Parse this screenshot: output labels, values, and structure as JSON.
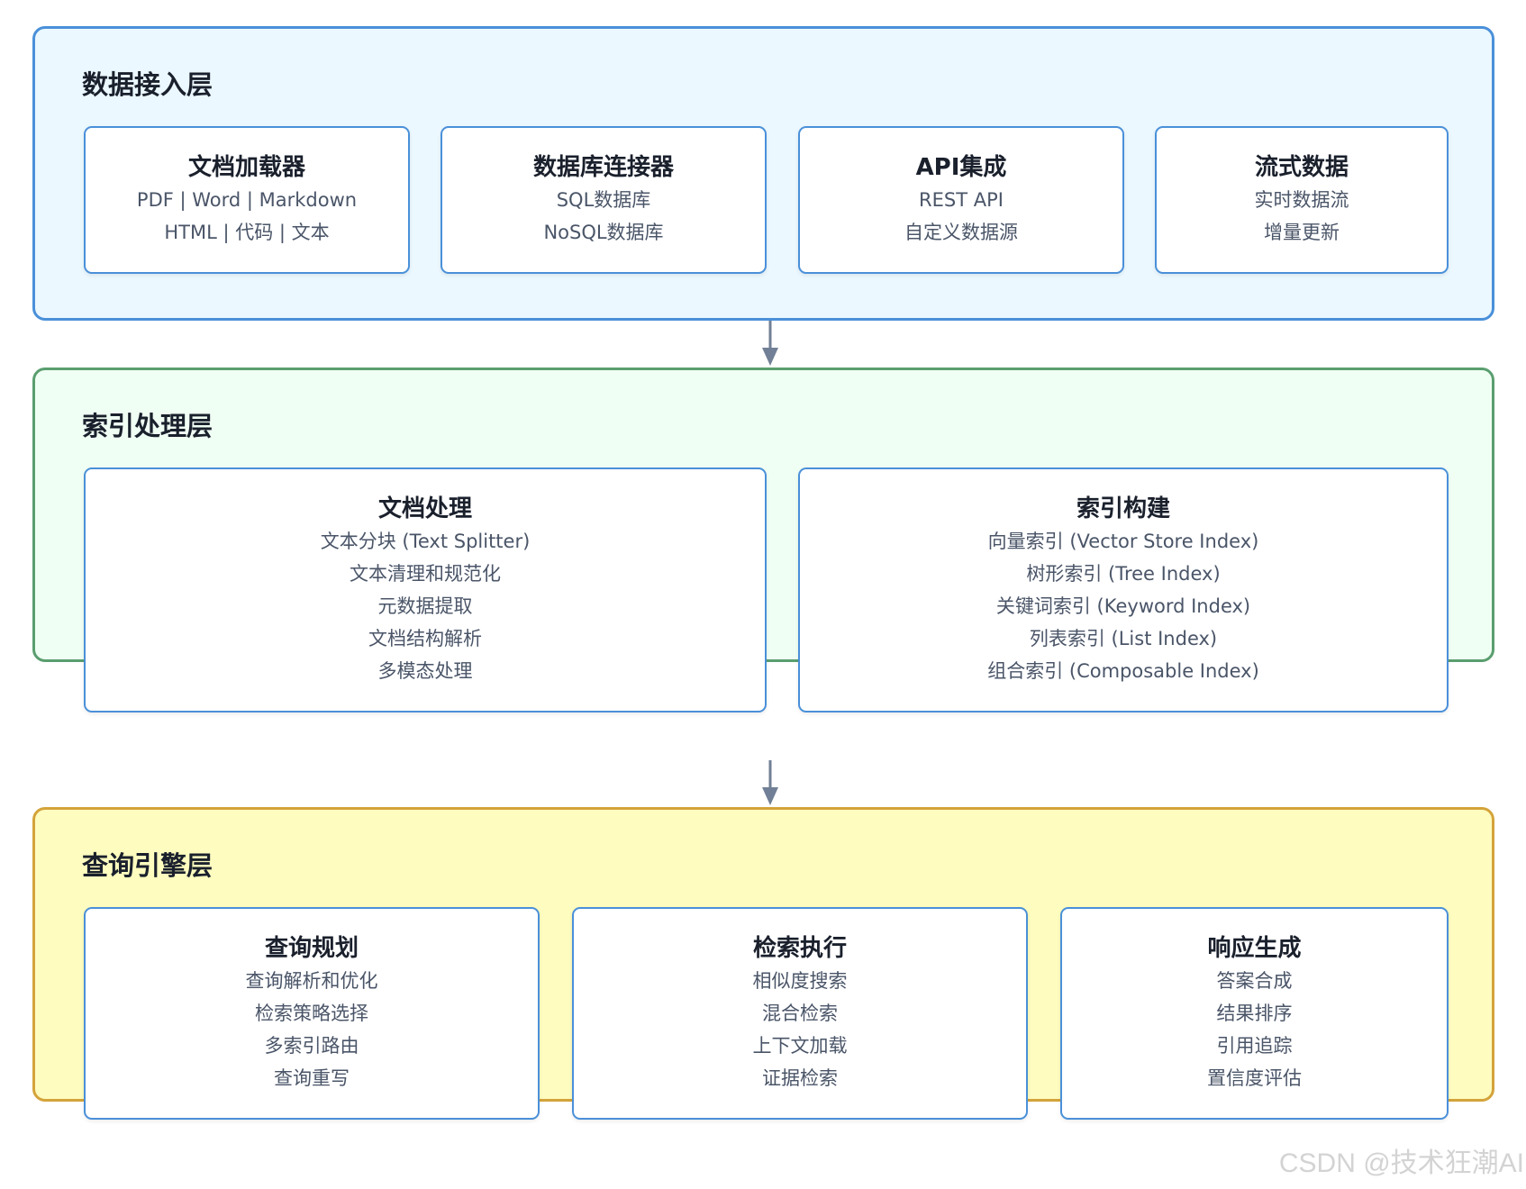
{
  "layers": [
    {
      "title": "数据接入层",
      "cards": [
        {
          "title": "文档加载器",
          "lines": [
            "PDF | Word | Markdown",
            "HTML | 代码 | 文本"
          ]
        },
        {
          "title": "数据库连接器",
          "lines": [
            "SQL数据库",
            "NoSQL数据库"
          ]
        },
        {
          "title": "API集成",
          "lines": [
            "REST API",
            "自定义数据源"
          ]
        },
        {
          "title": "流式数据",
          "lines": [
            "实时数据流",
            "增量更新"
          ]
        }
      ]
    },
    {
      "title": "索引处理层",
      "cards": [
        {
          "title": "文档处理",
          "lines": [
            "文本分块 (Text Splitter)",
            "文本清理和规范化",
            "元数据提取",
            "文档结构解析",
            "多模态处理"
          ]
        },
        {
          "title": "索引构建",
          "lines": [
            "向量索引 (Vector Store Index)",
            "树形索引 (Tree Index)",
            "关键词索引 (Keyword Index)",
            "列表索引 (List Index)",
            "组合索引 (Composable Index)"
          ]
        }
      ]
    },
    {
      "title": "查询引擎层",
      "cards": [
        {
          "title": "查询规划",
          "lines": [
            "查询解析和优化",
            "检索策略选择",
            "多索引路由",
            "查询重写"
          ]
        },
        {
          "title": "检索执行",
          "lines": [
            "相似度搜索",
            "混合检索",
            "上下文加载",
            "证据检索"
          ]
        },
        {
          "title": "响应生成",
          "lines": [
            "答案合成",
            "结果排序",
            "引用追踪",
            "置信度评估"
          ]
        }
      ]
    }
  ],
  "watermark": "CSDN @技术狂潮AI",
  "colors": {
    "card_border": "#4a90d9",
    "arrow": "#718096"
  }
}
